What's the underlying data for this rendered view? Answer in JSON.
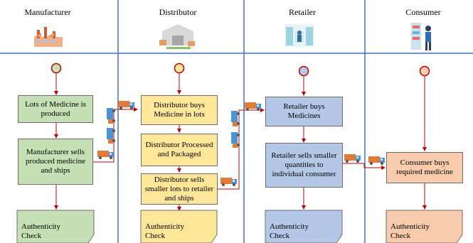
{
  "lanes": {
    "manufacturer": "Manufacturer",
    "distributor": "Distributor",
    "retailer": "Retailer",
    "consumer": "Consumer"
  },
  "boxes": {
    "lots_produced": "Lots of Medicine is produced",
    "manufacturer_sells": "Manufacturer sells produced medicine and ships",
    "distributor_buys": "Distributor buys Medicine in lots",
    "distributor_processed": "Distributor Processed and Packaged",
    "distributor_sells": "Distributor sells smaller lots to retailer and ships",
    "retailer_buys": "Retailer buys Medicines",
    "retailer_sells": "Retailer sells smaller quantities to individual consumer",
    "consumer_buys": "Consumer buys required medicine"
  },
  "checks": {
    "line1": "Authenticity",
    "line2": "Check"
  },
  "colors": {
    "manufacturer_fill": "#c5e0b4",
    "distributor_fill": "#ffe699",
    "retailer_fill": "#b4c7e7",
    "consumer_fill": "#f8cbad",
    "arrow": "#c00000",
    "lane_line": "#4472c4",
    "truck": "#4d94d6",
    "truck_cargo": "#e07b39"
  },
  "icons": [
    "factory-icon",
    "warehouse-icon",
    "pharmacy-store-icon",
    "shopper-icon",
    "delivery-truck-icon"
  ]
}
